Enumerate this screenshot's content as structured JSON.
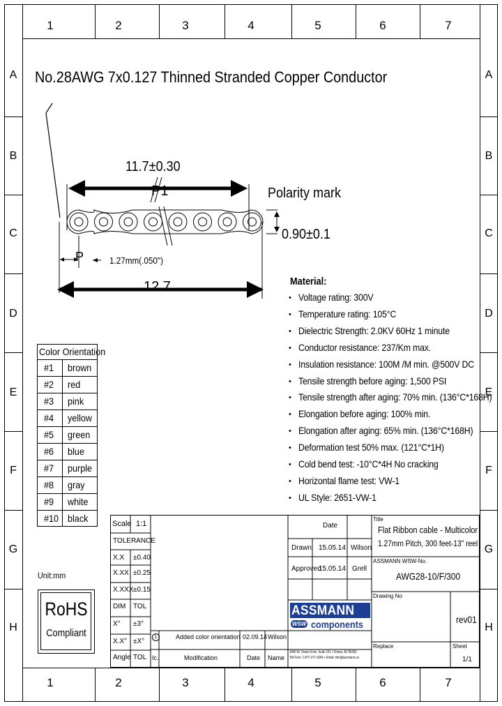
{
  "grid": {
    "columns": [
      "1",
      "2",
      "3",
      "4",
      "5",
      "6",
      "7"
    ],
    "rows": [
      "A",
      "B",
      "C",
      "D",
      "E",
      "F",
      "G",
      "H"
    ]
  },
  "title": "No.28AWG 7x0.127 Thinned Stranded Copper Conductor",
  "drawing": {
    "p1_dim": "11.7±0.30",
    "p1_label": "P1",
    "polarity_mark": "Polarity mark",
    "thickness": "0.90±0.1",
    "pitch_label": "P",
    "pitch_value": "1.27mm(.050\")",
    "width": "12.7"
  },
  "material": {
    "heading": "Material:",
    "items": [
      "Voltage rating: 300V",
      "Temperature rating: 105°C",
      "Dielectric Strength: 2.0KV 60Hz 1 minute",
      "Conductor resistance: 237/Km max.",
      "Insulation resistance: 100M /M min. @500V DC",
      "Tensile strength before aging: 1,500 PSI",
      "Tensile strength after aging: 70% min. (136°C*168H)",
      "Elongation before aging: 100% min.",
      "Elongation after aging: 65% min. (136°C*168H)",
      "Deformation test 50% max. (121°C*1H)",
      "Cold bend test: -10°C*4H No cracking",
      "Horizontal flame test: VW-1",
      "UL Style: 2651-VW-1"
    ]
  },
  "color_orientation": {
    "heading": "Color Orientation",
    "rows": [
      {
        "num": "#1",
        "color": "brown"
      },
      {
        "num": "#2",
        "color": "red"
      },
      {
        "num": "#3",
        "color": "pink"
      },
      {
        "num": "#4",
        "color": "yellow"
      },
      {
        "num": "#5",
        "color": "green"
      },
      {
        "num": "#6",
        "color": "blue"
      },
      {
        "num": "#7",
        "color": "purple"
      },
      {
        "num": "#8",
        "color": "gray"
      },
      {
        "num": "#9",
        "color": "white"
      },
      {
        "num": "#10",
        "color": "black"
      }
    ]
  },
  "unit": "Unit:mm",
  "rohs": {
    "line1": "RoHS",
    "line2": "Compliant"
  },
  "title_block": {
    "scale_label": "Scale",
    "scale_value": "1:1",
    "tolerance_label": "TOLERANCE",
    "tolerances": [
      {
        "k": "X.X",
        "v": "±0.40"
      },
      {
        "k": "X.XX",
        "v": "±0.25"
      },
      {
        "k": "X.XXX",
        "v": "±0.15"
      },
      {
        "k": "DIM",
        "v": "TOL"
      },
      {
        "k": "X°",
        "v": "±3°"
      },
      {
        "k": "X.X°",
        "v": "±X°"
      },
      {
        "k": "Angle",
        "v": "TOL"
      }
    ],
    "date_label": "Date",
    "drawn_label": "Drawn",
    "drawn_date": "15.05.14",
    "drawn_by": "Wilson",
    "approved_label": "Approved",
    "approved_date": "15.05.14",
    "approved_by": "Grell",
    "title_label": "Title",
    "title_line1": "Flat Ribbon cable - Multicolor",
    "title_line2": "1.27mm Pitch, 300 feet-13\" reel",
    "part_label": "ASSMANN WSW-No.",
    "part_number": "AWG28-10/F/300",
    "drawing_no_label": "Drawing No",
    "revision": "rev01",
    "replace_label": "Replace",
    "sheet_label": "Sheet",
    "sheet_value": "1/1",
    "rev_mark": "1",
    "rev_desc": "Added color orientation",
    "rev_date": "02.09.14",
    "rev_by": "Wilson",
    "rev_mark_label": "Ic.",
    "modification_label": "Modification",
    "rev_date_label": "Date",
    "name_label": "Name",
    "logo_top": "ASSMANN",
    "logo_wsw": "WSW",
    "logo_bottom": "components",
    "address": "1840 W. Drake Drive, Suite 101 • Tempe, AZ 85283",
    "contact": "Toll Free: 1-877-277-6266 • Email: info@assmann.us"
  },
  "colors": {
    "logo_blue": "#1c3f95"
  }
}
